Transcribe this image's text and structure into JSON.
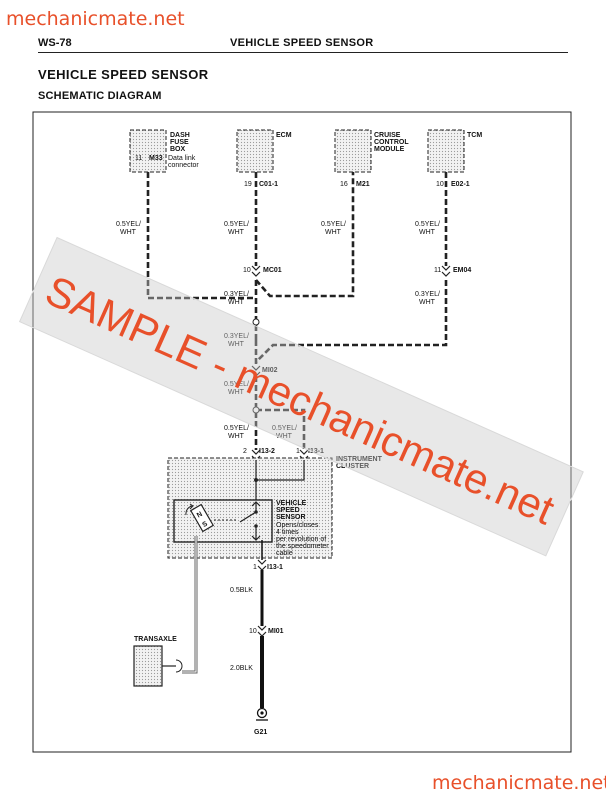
{
  "watermark": {
    "site": "mechanicmate.net",
    "stamp": "SAMPLE - mechanicmate.net",
    "color": "#e8502a"
  },
  "header": {
    "page_code": "WS-78",
    "section": "VEHICLE SPEED SENSOR"
  },
  "title": "VEHICLE SPEED SENSOR",
  "subtitle": "SCHEMATIC DIAGRAM",
  "components": {
    "dash_fuse_box": {
      "name_lines": [
        "DASH",
        "FUSE",
        "BOX"
      ],
      "connector": "M33",
      "pin": "11",
      "note_lines": [
        "Data link",
        "connector"
      ]
    },
    "ecm": {
      "name": "ECM",
      "pin": "19",
      "connector": "C01-1"
    },
    "cruise": {
      "name_lines": [
        "CRUISE",
        "CONTROL",
        "MODULE"
      ],
      "pin": "16",
      "connector": "M21"
    },
    "tcm": {
      "name": "TCM",
      "pin": "10",
      "connector": "E02-1"
    },
    "instrument_cluster": {
      "name_lines": [
        "INSTRUMENT",
        "CLUSTER"
      ],
      "pin_left": "2",
      "conn_left": "I13-2",
      "pin_right": "1",
      "conn_right": "I13-1"
    },
    "sensor": {
      "name_lines": [
        "VEHICLE",
        "SPEED",
        "SENSOR"
      ],
      "desc_lines": [
        "Opens/closes",
        "4 times",
        "per revolution of",
        "the speedometer",
        "cable"
      ],
      "switch_letters": [
        "N",
        "S"
      ]
    },
    "transaxle": {
      "name": "TRANSAXLE"
    },
    "ground": {
      "name": "G21"
    }
  },
  "wires": {
    "yel_wht_05": [
      "0.5YEL/",
      "WHT"
    ],
    "yel_wht_03": [
      "0.3YEL/",
      "WHT"
    ],
    "blk_05": "0.5BLK",
    "blk_20": "2.0BLK"
  },
  "connectors": {
    "mc01": {
      "pin": "10",
      "name": "MC01"
    },
    "em04": {
      "pin": "11",
      "name": "EM04"
    },
    "mi02": {
      "name": "MI02"
    },
    "i13_1_bottom": {
      "pin": "1",
      "name": "I13-1"
    },
    "mi01": {
      "pin": "10",
      "name": "MI01"
    }
  }
}
